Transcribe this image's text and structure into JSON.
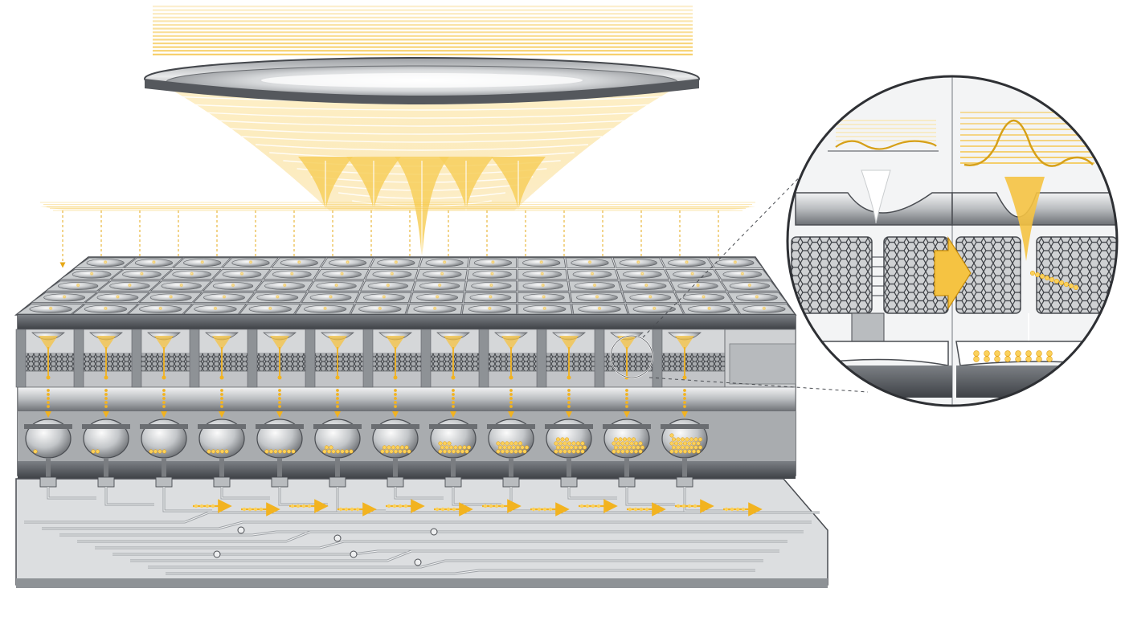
{
  "colors": {
    "background": "#ffffff",
    "light_gold": "#f5c342",
    "light_gold_pale": "#fbe3a0",
    "electron_gold": "#f2b320",
    "metal_dark": "#4a4d52",
    "metal_mid": "#8e9296",
    "metal_light": "#d9dbdd",
    "metal_highlight": "#f4f5f6",
    "lattice": "#3a3d42",
    "trace": "#9ea2a6"
  },
  "icons": {
    "focusing_lens": "lens-disc-icon",
    "photon_arrow": "arrow-down-icon",
    "charge_arrow": "arrow-right-icon",
    "gate_arrow": "chevron-right-icon"
  },
  "diagram": {
    "pixel_columns": 12,
    "front_grid_rows": 5,
    "charge_fill_levels": [
      0.02,
      0.08,
      0.12,
      0.18,
      0.22,
      0.3,
      0.42,
      0.55,
      0.68,
      0.8,
      0.88,
      0.95
    ],
    "readout_flow_lanes": 12,
    "inset_panels": [
      "closed-gate",
      "open-gate"
    ]
  }
}
